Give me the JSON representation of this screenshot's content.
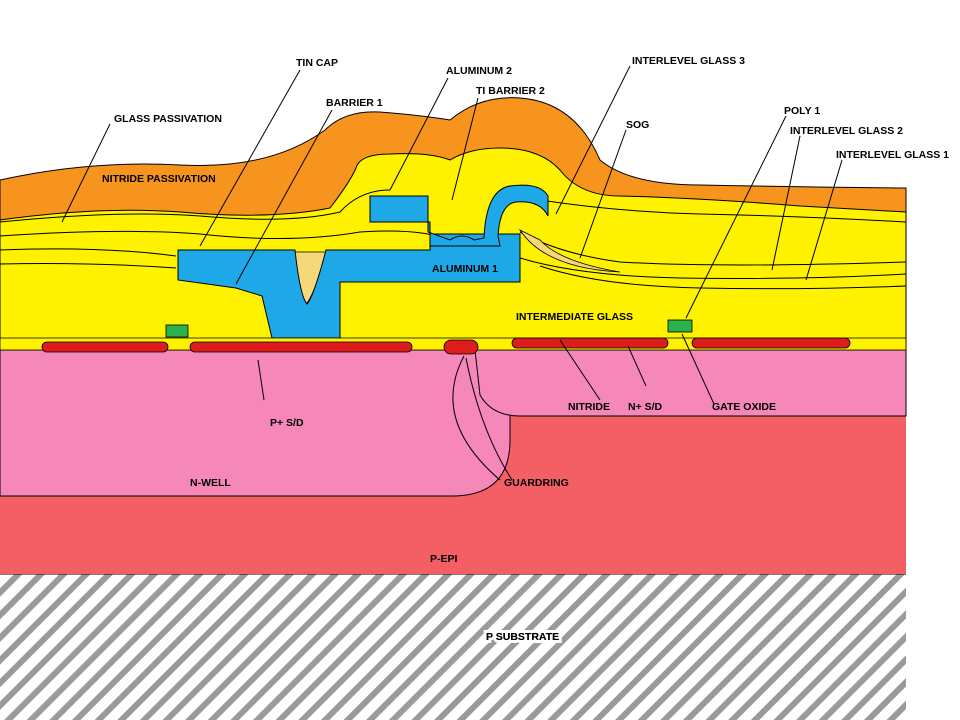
{
  "colors": {
    "orange": "#f7941d",
    "yellow": "#fff200",
    "blue": "#1fa8e8",
    "red": "#dd1c1c",
    "pink": "#f587b9",
    "salmon": "#f45f65",
    "green": "#2bb24c",
    "sog": "#f6d77a",
    "hatch": "#9a9a9a"
  },
  "labels": {
    "tin_cap": "TIN CAP",
    "aluminum_2": "ALUMINUM 2",
    "interlevel_glass_3": "INTERLEVEL GLASS 3",
    "barrier_1": "BARRIER 1",
    "ti_barrier_2": "TI BARRIER 2",
    "glass_passivation": "GLASS PASSIVATION",
    "sog": "SOG",
    "poly_1": "POLY 1",
    "interlevel_glass_2": "INTERLEVEL GLASS 2",
    "interlevel_glass_1": "INTERLEVEL GLASS 1",
    "nitride_passivation": "NITRIDE PASSIVATION",
    "aluminum_1": "ALUMINUM 1",
    "intermediate_glass": "INTERMEDIATE GLASS",
    "p_plus_sd": "P+ S/D",
    "nitride": "NITRIDE",
    "n_plus_sd": "N+ S/D",
    "gate_oxide": "GATE OXIDE",
    "n_well": "N-WELL",
    "guardring": "GUARDRING",
    "p_epi": "P-EPI",
    "p_substrate": "P SUBSTRATE"
  }
}
